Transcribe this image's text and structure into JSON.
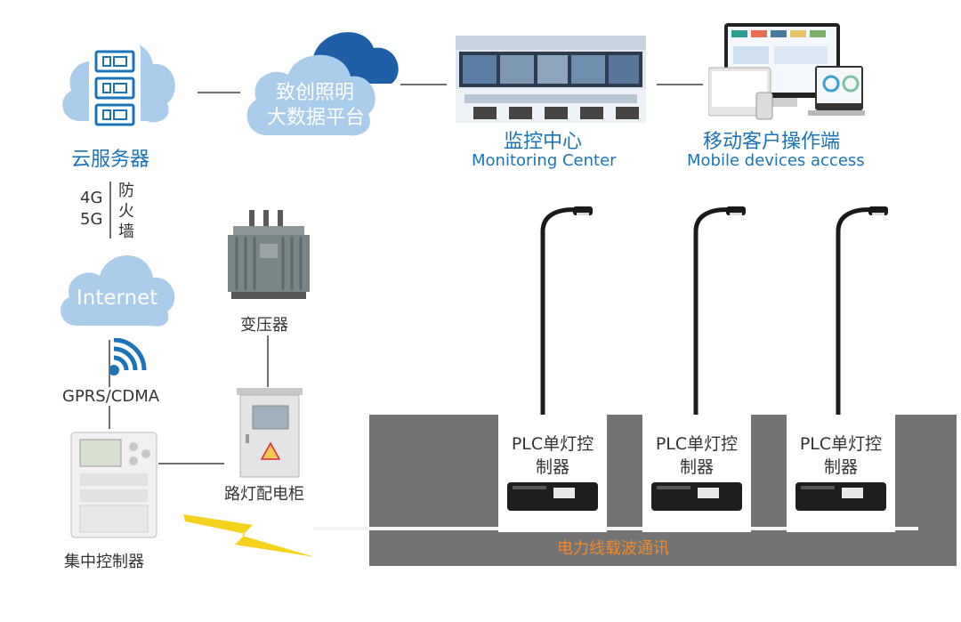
{
  "nodes": {
    "cloud_server": "云服务器",
    "platform_line1": "致创照明",
    "platform_line2": "大数据平台",
    "monitoring_zh": "监控中心",
    "monitoring_en": "Monitoring Center",
    "mobile_zh": "移动客户操作端",
    "mobile_en": "Mobile devices access",
    "net_4g": "4G",
    "net_5g": "5G",
    "firewall_1": "防",
    "firewall_2": "火",
    "firewall_3": "墙",
    "internet": "Internet",
    "gprs": "GPRS/CDMA",
    "transformer": "变压器",
    "cabinet": "路灯配电柜",
    "concentrator": "集中控制器",
    "plc_line1": "PLC单灯控",
    "plc_line2": "制器",
    "powerline": "电力线载波通讯"
  },
  "colors": {
    "blue_text": "#1b74b9",
    "cloud_light": "#a9cdea",
    "cloud_dark": "#1e5fa8",
    "ground": "#737373",
    "orange": "#f0892b",
    "bolt": "#f5d21c"
  }
}
